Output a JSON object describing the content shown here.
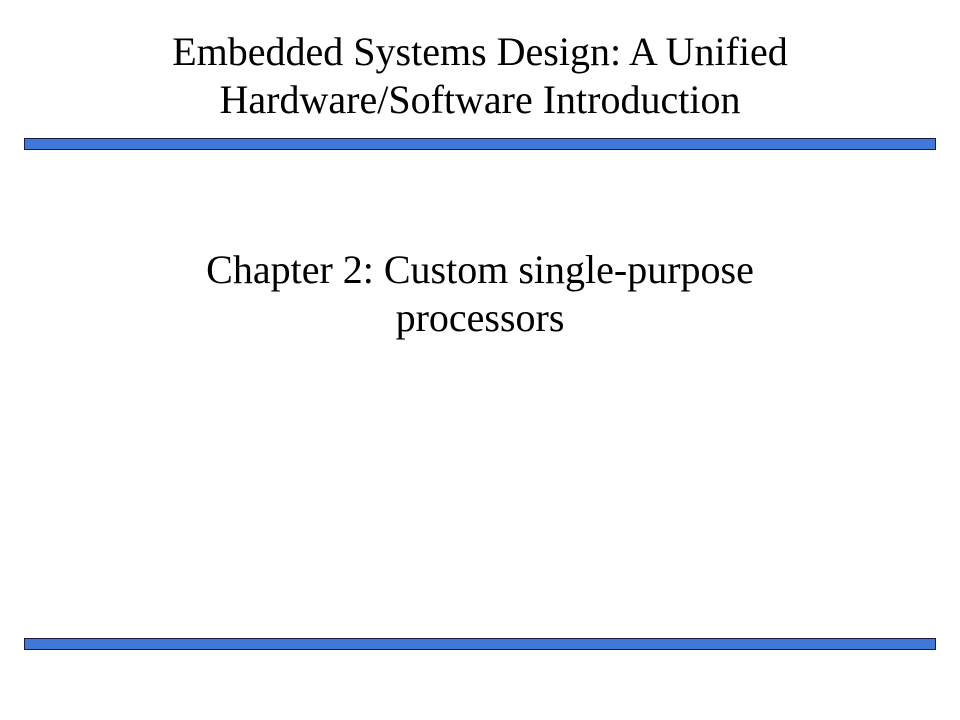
{
  "slide": {
    "title_line_1": "Embedded Systems Design: A Unified",
    "title_line_2": "Hardware/Software Introduction",
    "subtitle_line_1": "Chapter 2: Custom single-purpose",
    "subtitle_line_2": "processors"
  },
  "colors": {
    "rule_fill": "#3f78d9",
    "rule_border": "#1a1a4d",
    "text": "#000000",
    "background": "#ffffff"
  }
}
